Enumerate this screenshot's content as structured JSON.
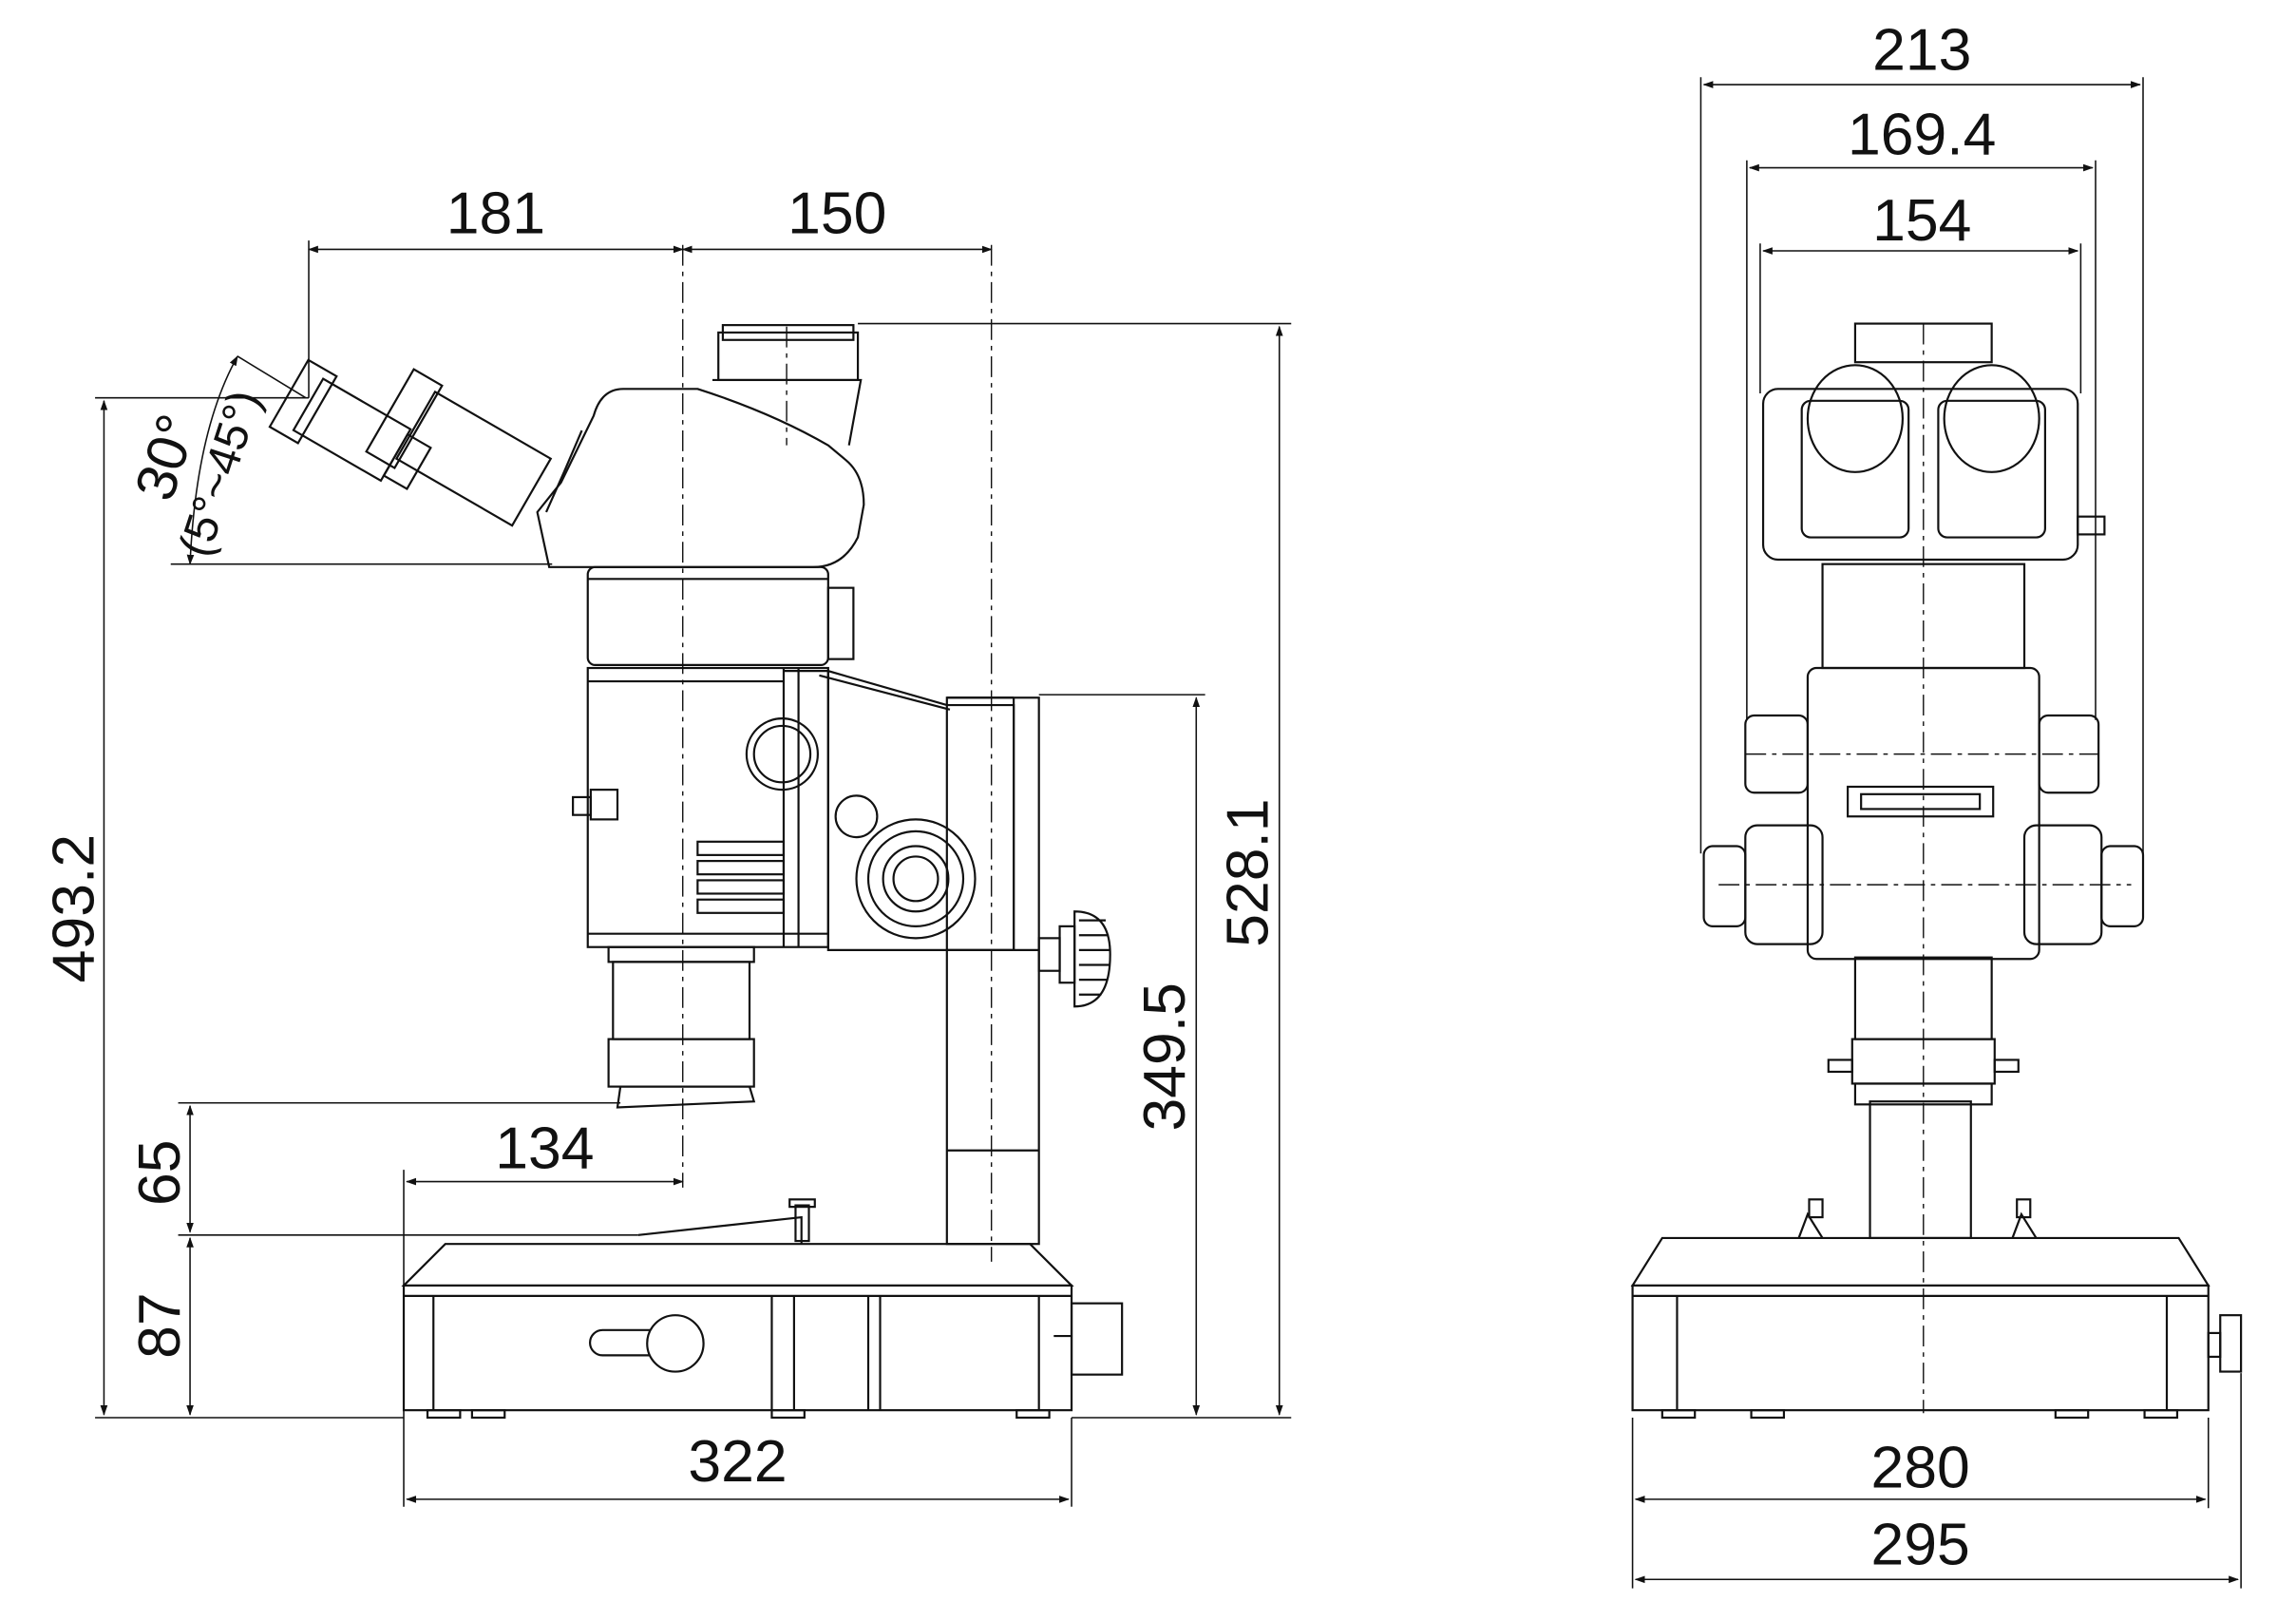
{
  "side_view": {
    "dimensions": {
      "eyepiece_to_center": "181",
      "center_to_trinocular": "150",
      "total_height": "493.2",
      "pillar_height": "528.1",
      "base_to_top_arm": "349.5",
      "working_gap": "65",
      "base_height": "87",
      "objective_to_center": "134",
      "base_depth": "322"
    },
    "angles": {
      "tilt_angle": "30°",
      "tilt_range": "(5°~45°)"
    }
  },
  "front_view": {
    "dimensions": {
      "total_width_top": "213",
      "knob_span": "169.4",
      "eyepiece_span": "154",
      "base_width": "280",
      "base_width_with_knob": "295"
    }
  },
  "colors": {
    "line": "#111111",
    "background": "#ffffff"
  }
}
